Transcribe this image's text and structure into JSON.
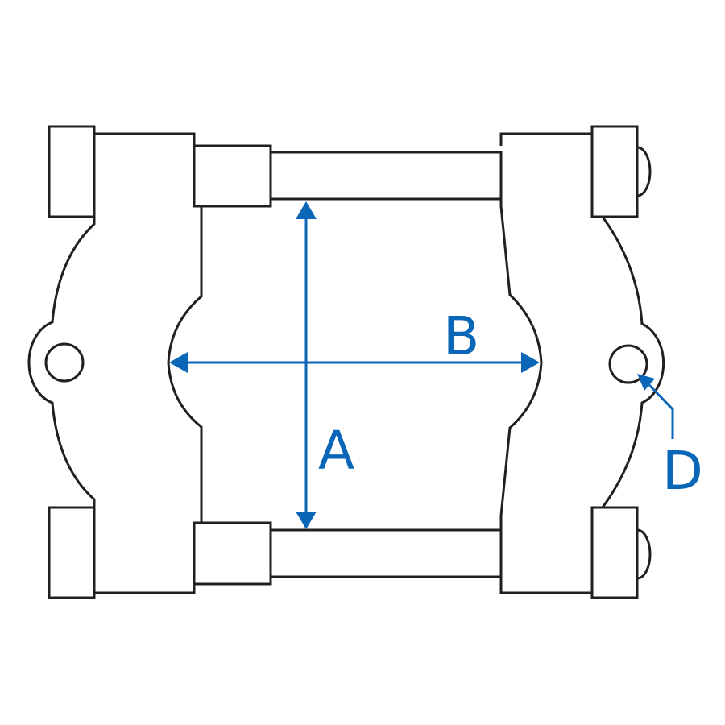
{
  "diagram": {
    "subject": "bearing separator (split clamp) outline drawing",
    "line_color": "#231f20",
    "accent_color": "#0a66b7",
    "background_color": "#ffffff",
    "dimensions": {
      "A": {
        "label": "A",
        "meaning": "vertical opening height between bars"
      },
      "B": {
        "label": "B",
        "meaning": "horizontal opening width between jaw curves"
      },
      "D": {
        "label": "D",
        "meaning": "bolt hole on side lug"
      }
    }
  }
}
